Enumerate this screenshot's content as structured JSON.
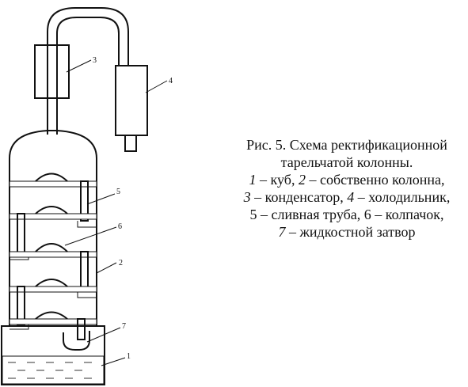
{
  "caption": {
    "title_line1": "Рис. 5. Схема ректификационной",
    "title_line2": "тарельчатой колонны.",
    "items": [
      {
        "num": "1",
        "text": "куб,"
      },
      {
        "num": "2",
        "text": "собственно колонна,"
      },
      {
        "num": "3",
        "text": "конденсатор,"
      },
      {
        "num": "4",
        "text": "холодильник,"
      },
      {
        "num": "5",
        "text": "сливная труба,"
      },
      {
        "num": "6",
        "text": "колпачок,"
      },
      {
        "num": "7",
        "text": "жидкостной затвор"
      }
    ],
    "dash": "–"
  },
  "labels": {
    "n1": "1",
    "n2": "2",
    "n3": "3",
    "n4": "4",
    "n5": "5",
    "n6": "6",
    "n7": "7"
  }
}
